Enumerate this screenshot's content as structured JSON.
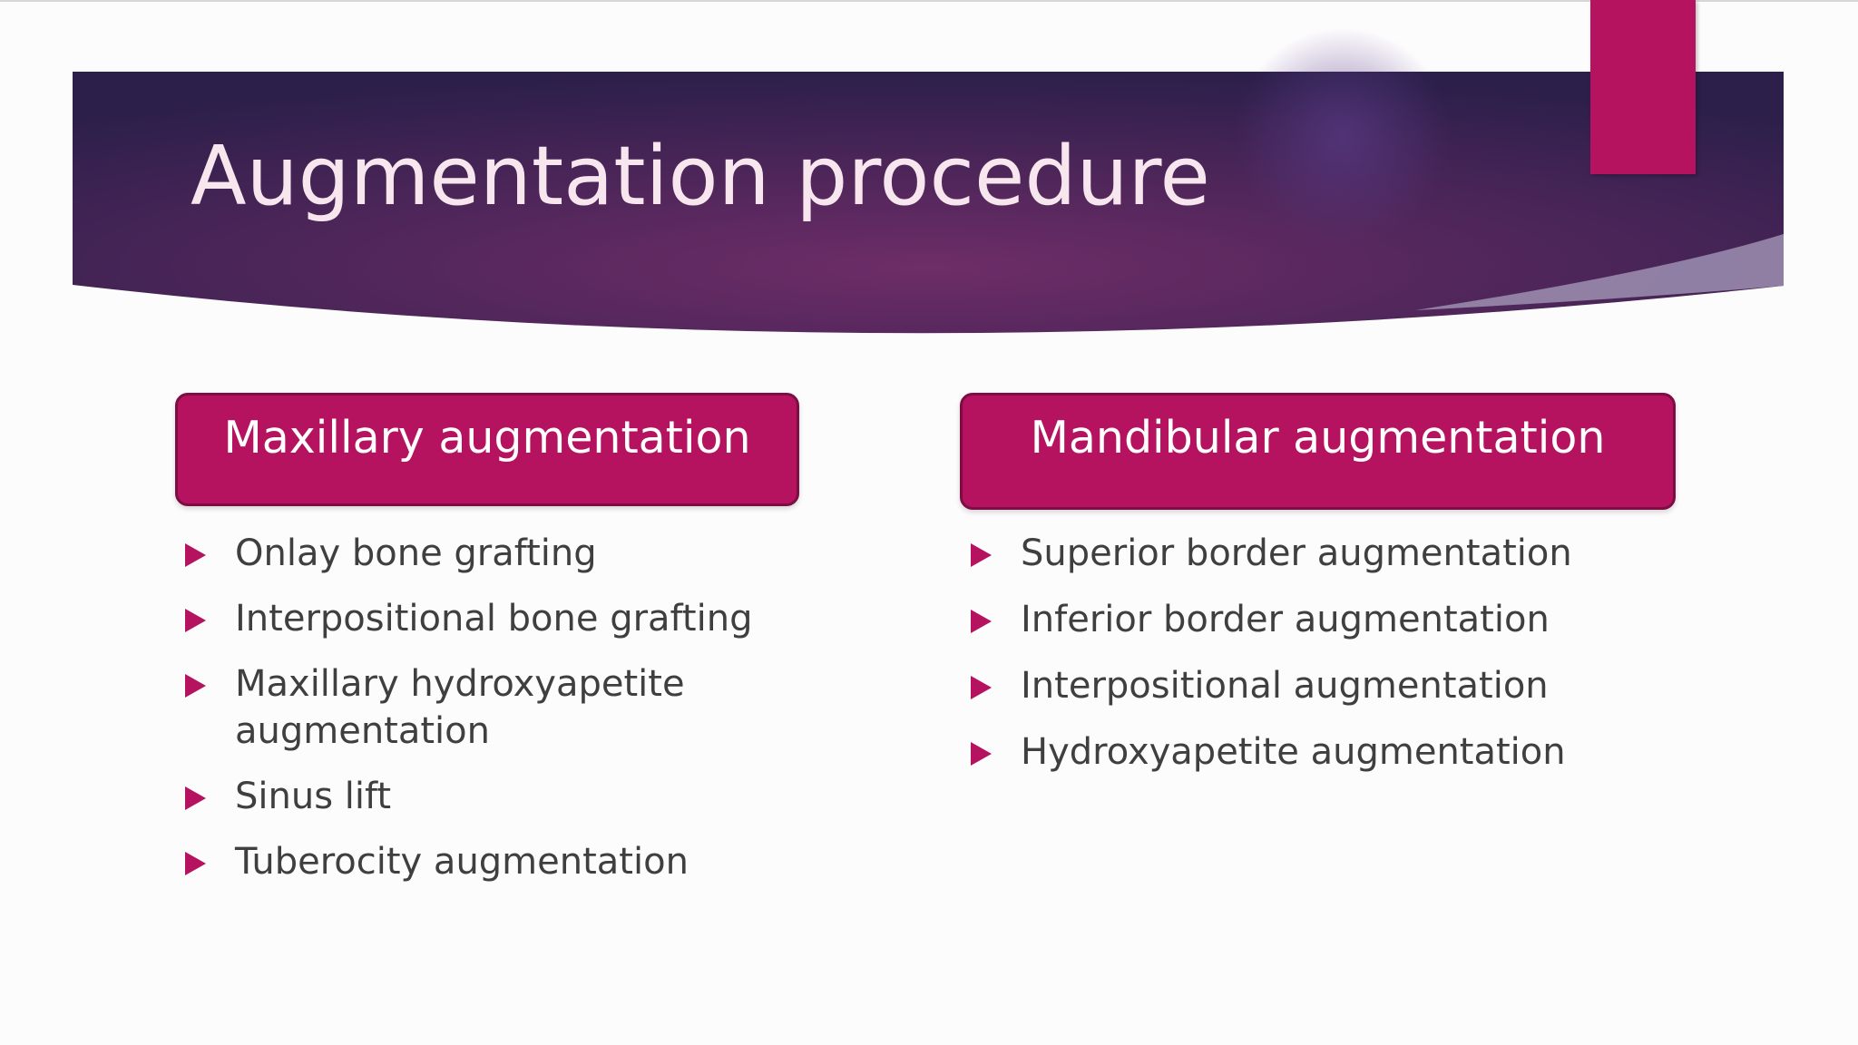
{
  "slide": {
    "title": "Augmentation procedure",
    "colors": {
      "banner_dark": "#2c1f4a",
      "banner_mid": "#6a2c65",
      "accent": "#b5135f",
      "title_text": "#f7e6ee",
      "body_text": "#3f3f3f"
    }
  },
  "columns": {
    "left": {
      "header": "Maxillary augmentation",
      "items": [
        "Onlay bone grafting",
        "Interpositional bone grafting",
        "Maxillary hydroxyapetite augmentation",
        "Sinus lift",
        "Tuberocity augmentation"
      ]
    },
    "right": {
      "header": "Mandibular augmentation",
      "items": [
        "Superior border augmentation",
        "Inferior border augmentation",
        "Interpositional augmentation",
        "Hydroxyapetite augmentation"
      ]
    }
  }
}
